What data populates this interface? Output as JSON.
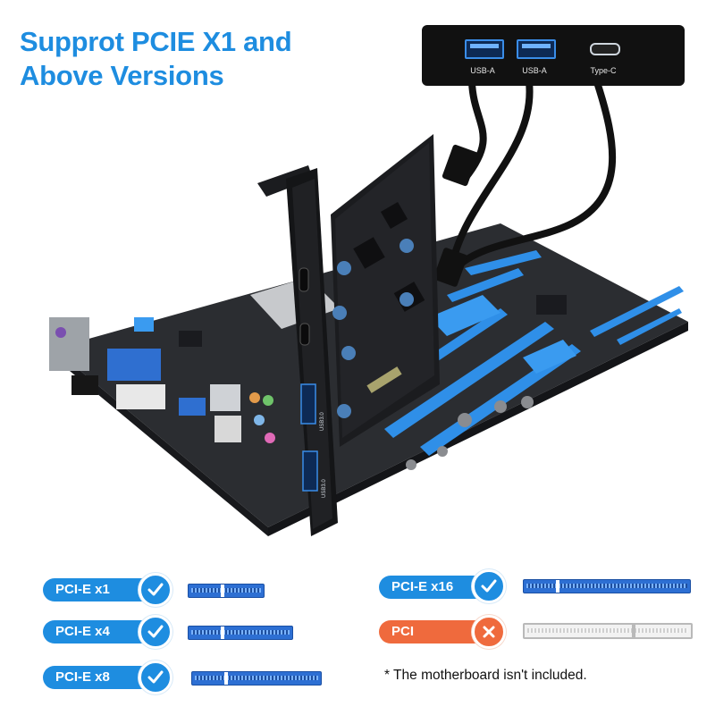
{
  "headline": {
    "line1": "Supprot PCIE X1 and",
    "line2": "Above Versions"
  },
  "front_panel": {
    "ports": [
      {
        "label": "USB-A",
        "icon": "usb-a-port-icon"
      },
      {
        "label": "USB-A",
        "icon": "usb-a-port-icon"
      },
      {
        "label": "Type-C",
        "icon": "usb-c-port-icon"
      }
    ]
  },
  "card_labels": {
    "usb_port_1": "USB3.0",
    "usb_port_2": "USB3.0"
  },
  "compatibility": [
    {
      "label": "PCI-E  x1",
      "status": "supported",
      "icon": "check-icon"
    },
    {
      "label": "PCI-E  x4",
      "status": "supported",
      "icon": "check-icon"
    },
    {
      "label": "PCI-E  x8",
      "status": "supported",
      "icon": "check-icon"
    },
    {
      "label": "PCI-E  x16",
      "status": "supported",
      "icon": "check-icon"
    },
    {
      "label": "PCI",
      "status": "not-supported",
      "icon": "cross-icon"
    }
  ],
  "note": "* The motherboard isn't included.",
  "colors": {
    "accent": "#1e8de0",
    "warning": "#ef6a3d",
    "slot_blue": "#2d6fd3",
    "board": "#2b2d31"
  }
}
